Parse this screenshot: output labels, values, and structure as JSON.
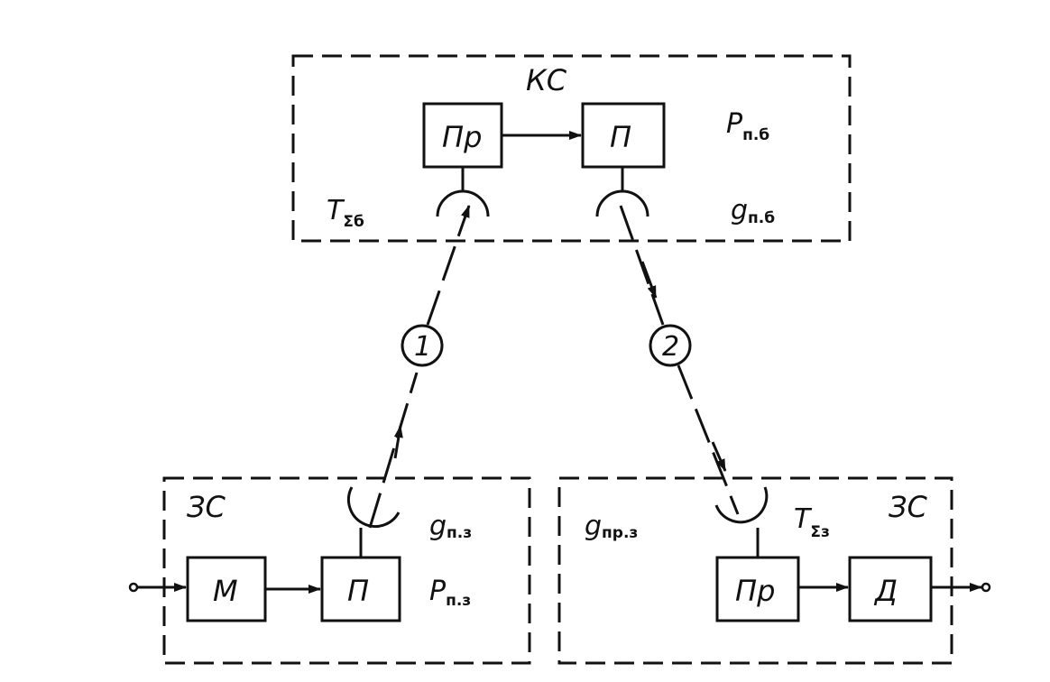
{
  "top_station": {
    "name": "КС",
    "receiver": "Пр",
    "transmitter": "П",
    "power_label": "P",
    "power_sub": "п.б",
    "temp_label": "T",
    "temp_sub": "Σб",
    "gain_label": "g",
    "gain_sub": "п.б"
  },
  "left_station": {
    "name": "ЗС",
    "modulator": "М",
    "transmitter": "П",
    "gain_label": "g",
    "gain_sub": "п.з",
    "power_label": "P",
    "power_sub": "п.з"
  },
  "right_station": {
    "name": "ЗС",
    "receiver": "Пр",
    "demodulator": "Д",
    "gain_label": "g",
    "gain_sub": "пр.з",
    "temp_label": "T",
    "temp_sub": "Σз"
  },
  "links": {
    "uplink": "1",
    "downlink": "2"
  }
}
